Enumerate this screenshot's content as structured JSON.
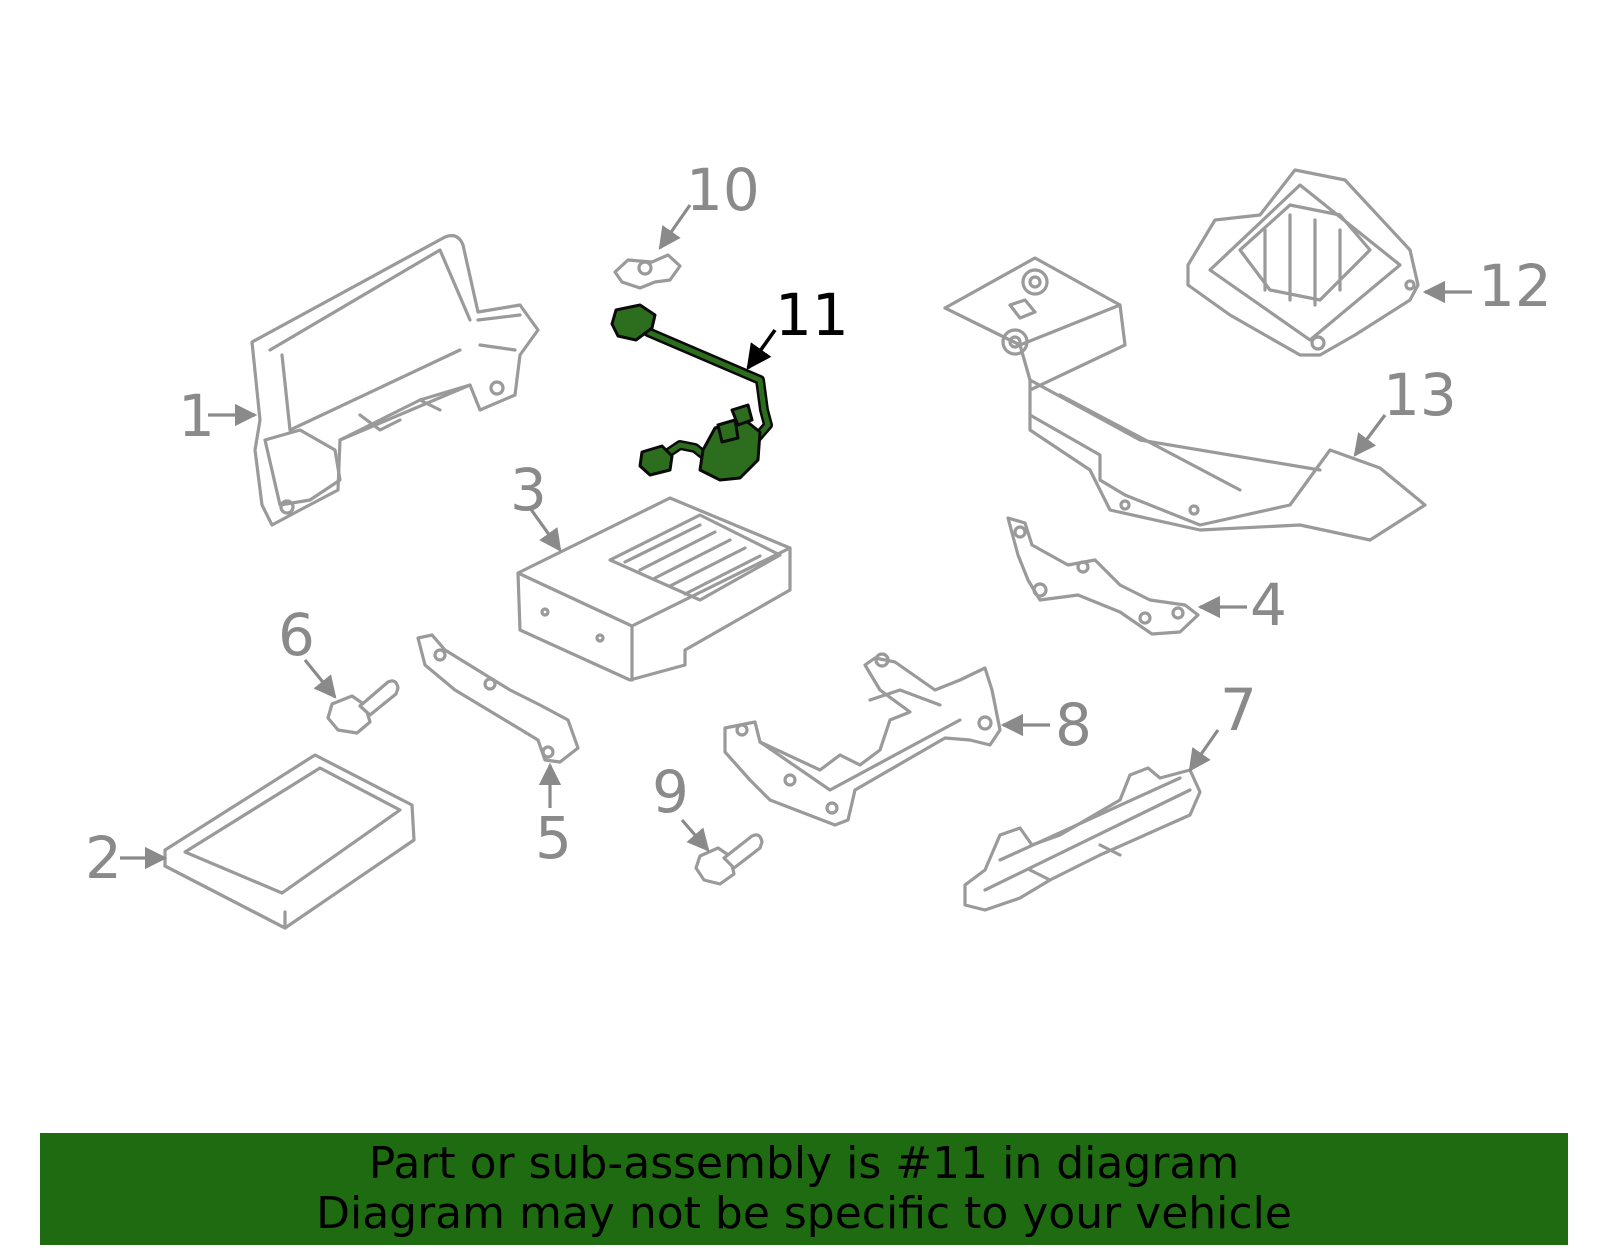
{
  "callouts": [
    "1",
    "2",
    "3",
    "4",
    "5",
    "6",
    "7",
    "8",
    "9",
    "10",
    "11",
    "12",
    "13"
  ],
  "highlight_callout": "11",
  "colors": {
    "highlight": "#2d6e1e",
    "banner": "#1f6b12",
    "line_art": "#9a9a9a"
  },
  "banner": {
    "line1": "Part or sub-assembly is #11 in diagram",
    "line2": "Diagram may not be specific to your vehicle"
  }
}
